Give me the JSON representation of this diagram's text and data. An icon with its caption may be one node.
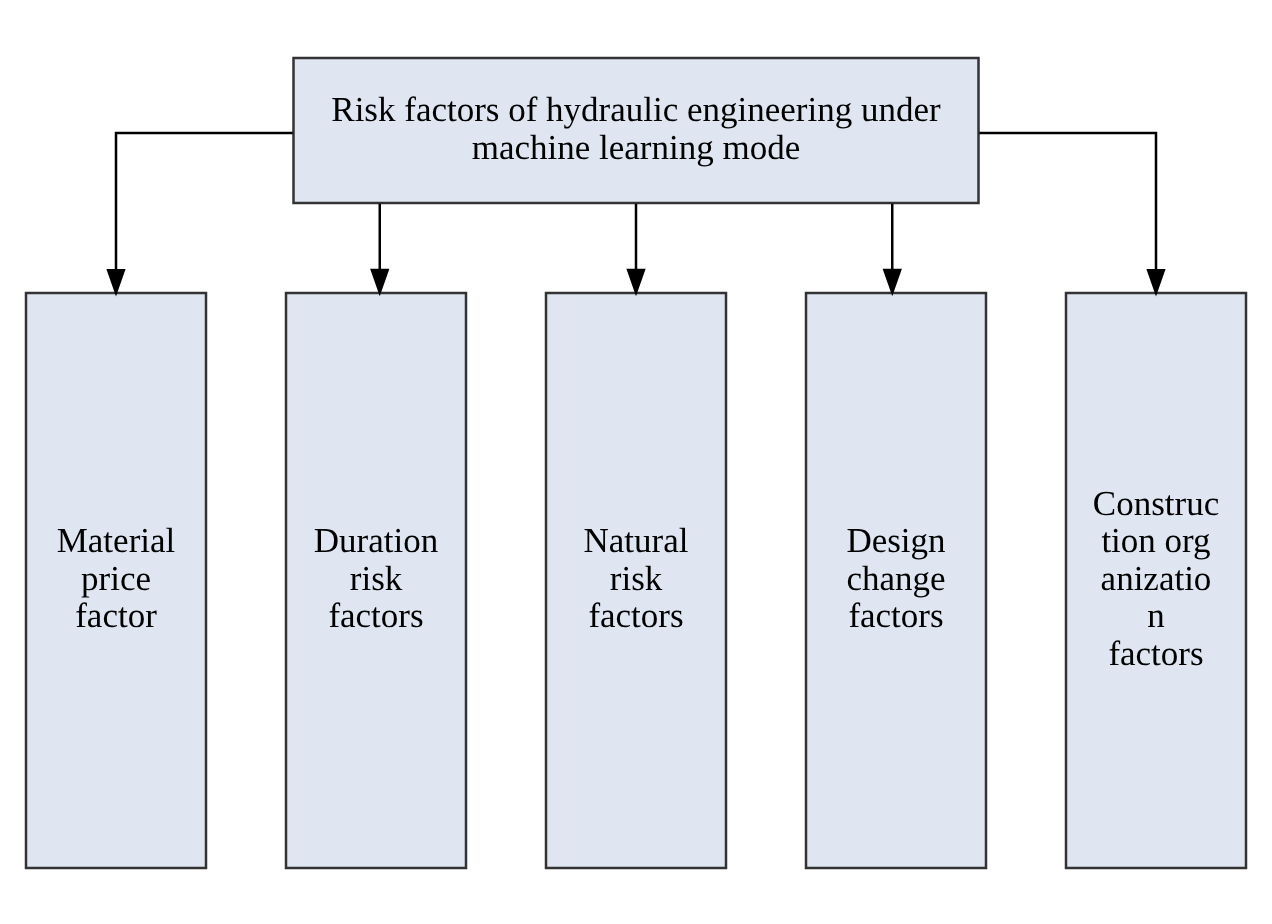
{
  "diagram": {
    "nodes": [
      {
        "text": [
          "Risk factors of hydraulic engineering under machine learning mode"
        ]
      },
      {
        "text": [
          "Material price factor"
        ]
      },
      {
        "text": [
          "Duration risk factors"
        ]
      },
      {
        "text": [
          "Natural risk factors"
        ]
      },
      {
        "text": [
          "Design change factors"
        ]
      },
      {
        "text": [
          "Construction organization factors"
        ]
      }
    ],
    "edges": [
      {
        "from": 0,
        "to": 1,
        "arrow": "to"
      },
      {
        "from": 0,
        "to": 2,
        "arrow": "to"
      },
      {
        "from": 0,
        "to": 3,
        "arrow": "to"
      },
      {
        "from": 0,
        "to": 4,
        "arrow": "to"
      },
      {
        "from": 0,
        "to": 5,
        "arrow": "to"
      }
    ]
  }
}
